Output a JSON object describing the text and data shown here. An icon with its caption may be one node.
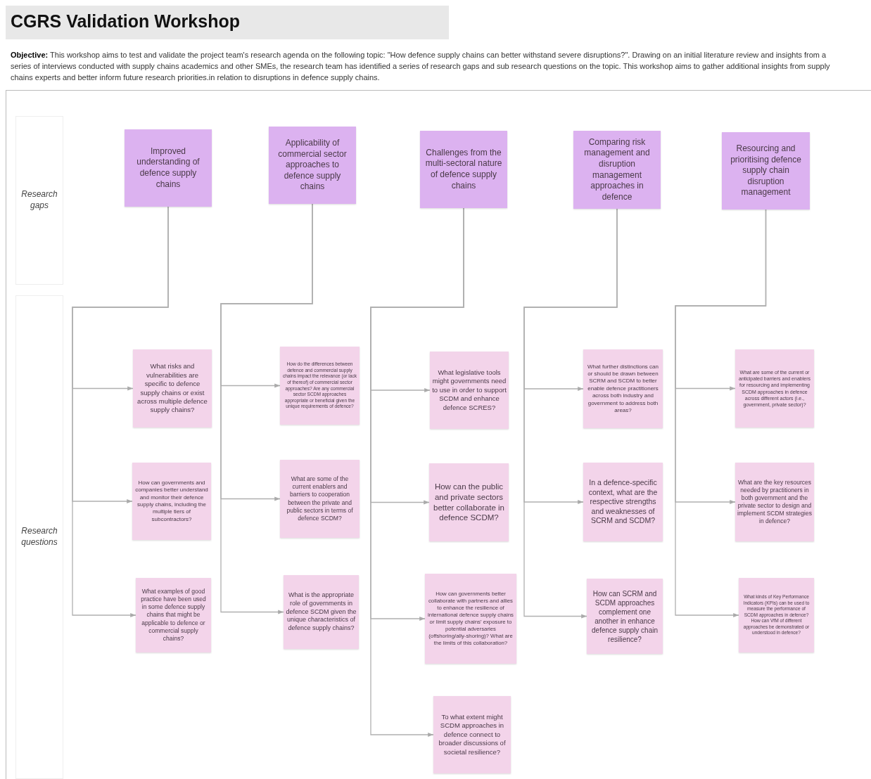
{
  "diagram": {
    "title": "CGRS Validation Workshop",
    "nodes": [
      {
        "text": [
          "Research gaps"
        ]
      },
      {
        "text": [
          "Research questions"
        ]
      },
      {
        "text": [
          "Improved understanding of defence supply chains"
        ]
      },
      {
        "text": [
          "Applicability of commercial sector approaches to defence supply chains"
        ]
      },
      {
        "text": [
          "Challenges from the multi-sectoral nature of defence supply chains"
        ]
      },
      {
        "text": [
          "Comparing risk management and disruption management approaches in defence"
        ]
      },
      {
        "text": [
          "Resourcing and prioritising defence supply chain disruption management"
        ]
      },
      {
        "text": [
          "What risks and vulnerabilities are specific to defence supply chains or exist across multiple defence supply chains?"
        ]
      },
      {
        "text": [
          "How can governments and companies better understand and monitor their defence supply chains, including the multiple tiers of subcontractors?"
        ]
      },
      {
        "text": [
          "What examples of good practice have been used in some defence supply chains that might be applicable to defence or commercial supply chains?"
        ]
      },
      {
        "text": [
          "How do the differences between defence and commercial supply chains impact the relevance (or lack of thereof) of commercial sector approaches? Are any commercial sector SCDM approaches appropriate or beneficial given the unique requirements of defence?"
        ]
      },
      {
        "text": [
          "What are some of the current enablers and barriers to cooperation between the private and public sectors in terms of defence SCDM?"
        ]
      },
      {
        "text": [
          "What is the appropriate role of governments in defence SCDM given the unique characteristics of defence supply chains?"
        ]
      },
      {
        "text": [
          "What legislative tools might governments need to use in order to support SCDM and enhance defence SCRES?"
        ]
      },
      {
        "text": [
          "How can the public and private sectors better collaborate in defence SCDM?"
        ]
      },
      {
        "text": [
          "How can governments better collaborate with partners and allies to enhance the resilience of international defence supply chains or limit supply chains' exposure to potential adversaries (offshoring/ally-shoring)? What are the limits of this collaboration?"
        ]
      },
      {
        "text": [
          "To what extent might SCDM approaches in defence connect to broader discussions of societal resilience?"
        ]
      },
      {
        "text": [
          "What further distinctions can or should be drawn between SCRM and SCDM to better enable defence practitioners across both industry and government to address both areas?"
        ]
      },
      {
        "text": [
          "In a defence-specific context, what are the respective strengths and weaknesses of SCRM and SCDM?"
        ]
      },
      {
        "text": [
          "How can SCRM and SCDM approaches complement one another in enhance defence supply chain resilience?"
        ]
      },
      {
        "text": [
          "What are some of the current or anticipated barriers and enablers for resourcing and implementing SCDM approaches in defence across different actors (i.e., government, private sector)?"
        ]
      },
      {
        "text": [
          "What are the key resources needed by practitioners in both government and the private sector to design and implement SCDM strategies in defence?"
        ]
      },
      {
        "text": [
          "What kinds of Key Performance Indicators (KPIs) can be used to measure the performance of SCDM approaches in defence? How can VfM of different approaches be demonstrated or understood in defence?"
        ]
      }
    ],
    "edges": [
      {
        "from": 2,
        "to": 7,
        "arrow": "to"
      },
      {
        "from": 2,
        "to": 8,
        "arrow": "to"
      },
      {
        "from": 2,
        "to": 9,
        "arrow": "to"
      },
      {
        "from": 3,
        "to": 10,
        "arrow": "to"
      },
      {
        "from": 3,
        "to": 11,
        "arrow": "to"
      },
      {
        "from": 3,
        "to": 12,
        "arrow": "to"
      },
      {
        "from": 4,
        "to": 13,
        "arrow": "to"
      },
      {
        "from": 4,
        "to": 14,
        "arrow": "to"
      },
      {
        "from": 4,
        "to": 15,
        "arrow": "to"
      },
      {
        "from": 4,
        "to": 16,
        "arrow": "to"
      },
      {
        "from": 5,
        "to": 17,
        "arrow": "to"
      },
      {
        "from": 5,
        "to": 18,
        "arrow": "to"
      },
      {
        "from": 5,
        "to": 19,
        "arrow": "to"
      },
      {
        "from": 6,
        "to": 20,
        "arrow": "to"
      },
      {
        "from": 6,
        "to": 21,
        "arrow": "to"
      },
      {
        "from": 6,
        "to": 22,
        "arrow": "to"
      }
    ],
    "labels": [
      "**Objective:** This workshop aims to test and validate the project team's research agenda on the following topic: \"How defence supply chains can better withstand severe disruptions?\". Drawing on an initial literature review and insights from a series of interviews conducted with supply chains academics and other SMEs, the research team has identified a series of research gaps and sub research questions on the topic. This workshop aims to gather additional insights from supply chains experts and better inform future research priorities.in relation to disruptions in defence supply chains."
    ]
  }
}
